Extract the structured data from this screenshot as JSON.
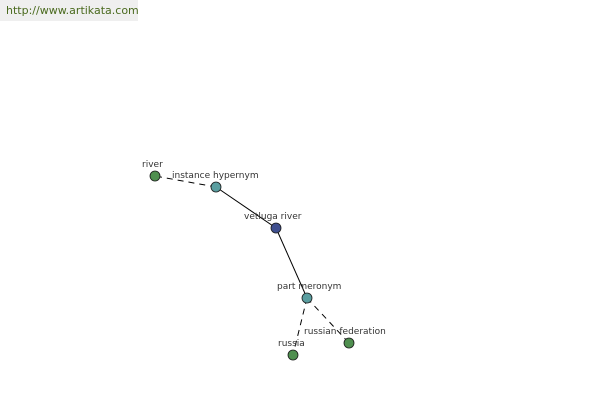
{
  "banner": {
    "url": "http://www.artikata.com"
  },
  "graph": {
    "colors": {
      "root": "#3f4f8f",
      "relation": "#5a9ea0",
      "term": "#4f8f4f",
      "edge": "#000000"
    },
    "nodes": [
      {
        "id": "root",
        "label": "vetluga river",
        "kind": "root"
      },
      {
        "id": "rel1",
        "label": "instance hypernym",
        "kind": "relation"
      },
      {
        "id": "t1",
        "label": "river",
        "kind": "term"
      },
      {
        "id": "rel2",
        "label": "part meronym",
        "kind": "relation"
      },
      {
        "id": "t2",
        "label": "russia",
        "kind": "term"
      },
      {
        "id": "t3",
        "label": "russian federation",
        "kind": "term"
      }
    ],
    "edges": [
      {
        "from": "root",
        "to": "rel1",
        "style": "solid"
      },
      {
        "from": "rel1",
        "to": "t1",
        "style": "dashed"
      },
      {
        "from": "root",
        "to": "rel2",
        "style": "solid"
      },
      {
        "from": "rel2",
        "to": "t2",
        "style": "dashed"
      },
      {
        "from": "rel2",
        "to": "t3",
        "style": "dashed"
      }
    ]
  }
}
